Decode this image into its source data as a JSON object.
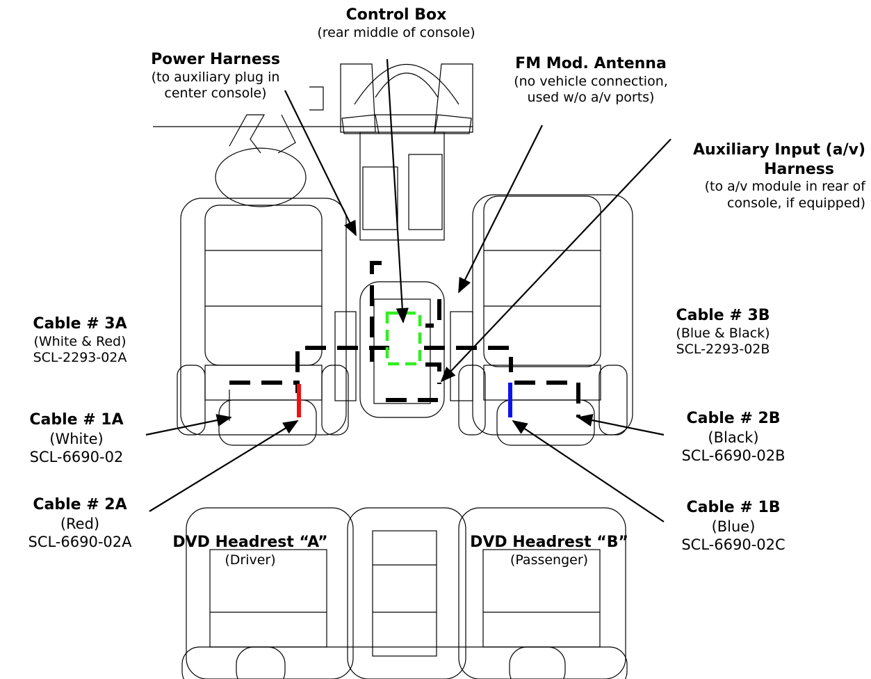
{
  "labels": {
    "control_box": {
      "title": "Control Box",
      "sub": "(rear middle of console)"
    },
    "power_harness": {
      "title": "Power Harness",
      "sub1": "(to auxiliary plug in",
      "sub2": "center console)"
    },
    "fm_antenna": {
      "title": "FM Mod. Antenna",
      "sub1": "(no vehicle connection,",
      "sub2": "used w/o a/v ports)"
    },
    "aux_input": {
      "title1": "Auxiliary Input (a/v)",
      "title2": "Harness",
      "sub1": "(to a/v module in rear of",
      "sub2": "console, if equipped)"
    },
    "cable_3a": {
      "title": "Cable # 3A",
      "sub1": "(White & Red)",
      "sub2": "SCL-2293-02A"
    },
    "cable_3b": {
      "title": "Cable # 3B",
      "sub1": "(Blue & Black)",
      "sub2": "SCL-2293-02B"
    },
    "cable_1a": {
      "title": "Cable # 1A",
      "sub1": "(White)",
      "sub2": "SCL-6690-02"
    },
    "cable_2a": {
      "title": "Cable # 2A",
      "sub1": "(Red)",
      "sub2": "SCL-6690-02A"
    },
    "cable_2b": {
      "title": "Cable # 2B",
      "sub1": "(Black)",
      "sub2": "SCL-6690-02B"
    },
    "cable_1b": {
      "title": "Cable # 1B",
      "sub1": "(Blue)",
      "sub2": "SCL-6690-02C"
    },
    "dvd_a": {
      "title": "DVD Headrest “A”",
      "sub": "(Driver)"
    },
    "dvd_b": {
      "title": "DVD Headrest “B”",
      "sub": "(Passenger)"
    }
  },
  "colors": {
    "control_box_outline": "#33ee22",
    "cable_red": "#ee1111",
    "cable_blue": "#1111ee",
    "cable_dashed": "#000000"
  }
}
